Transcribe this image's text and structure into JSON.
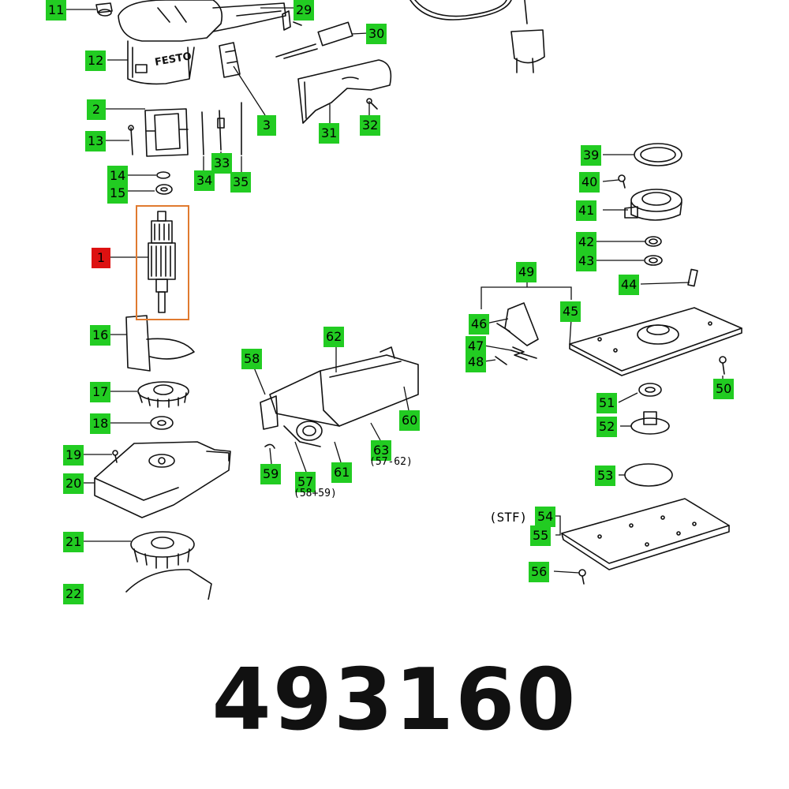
{
  "diagram": {
    "highlight_color": "#e07a2f",
    "callout_color": "#22cc22",
    "selected_callout_color": "#dd1111",
    "selected_part": "1",
    "brand_text": "FESTO",
    "stf_label": "(STF)",
    "callouts": [
      {
        "id": "11",
        "label": "11"
      },
      {
        "id": "29",
        "label": "29"
      },
      {
        "id": "30",
        "label": "30"
      },
      {
        "id": "12",
        "label": "12"
      },
      {
        "id": "3",
        "label": "3"
      },
      {
        "id": "31",
        "label": "31"
      },
      {
        "id": "32",
        "label": "32"
      },
      {
        "id": "2",
        "label": "2"
      },
      {
        "id": "13",
        "label": "13"
      },
      {
        "id": "34",
        "label": "34"
      },
      {
        "id": "33",
        "label": "33"
      },
      {
        "id": "35",
        "label": "35"
      },
      {
        "id": "14",
        "label": "14"
      },
      {
        "id": "15",
        "label": "15"
      },
      {
        "id": "1",
        "label": "1"
      },
      {
        "id": "16",
        "label": "16"
      },
      {
        "id": "17",
        "label": "17"
      },
      {
        "id": "18",
        "label": "18"
      },
      {
        "id": "19",
        "label": "19"
      },
      {
        "id": "20",
        "label": "20"
      },
      {
        "id": "21",
        "label": "21"
      },
      {
        "id": "22",
        "label": "22"
      },
      {
        "id": "39",
        "label": "39"
      },
      {
        "id": "40",
        "label": "40"
      },
      {
        "id": "41",
        "label": "41"
      },
      {
        "id": "42",
        "label": "42"
      },
      {
        "id": "43",
        "label": "43"
      },
      {
        "id": "44",
        "label": "44"
      },
      {
        "id": "49",
        "label": "49"
      },
      {
        "id": "45",
        "label": "45"
      },
      {
        "id": "46",
        "label": "46"
      },
      {
        "id": "47",
        "label": "47"
      },
      {
        "id": "48",
        "label": "48"
      },
      {
        "id": "50",
        "label": "50"
      },
      {
        "id": "62",
        "label": "62"
      },
      {
        "id": "58",
        "label": "58"
      },
      {
        "id": "60",
        "label": "60"
      },
      {
        "id": "63",
        "label": "63"
      },
      {
        "id": "59",
        "label": "59"
      },
      {
        "id": "57",
        "label": "57"
      },
      {
        "id": "61",
        "label": "61"
      },
      {
        "id": "51",
        "label": "51"
      },
      {
        "id": "52",
        "label": "52"
      },
      {
        "id": "53",
        "label": "53"
      },
      {
        "id": "54",
        "label": "54"
      },
      {
        "id": "55",
        "label": "55"
      },
      {
        "id": "56",
        "label": "56"
      }
    ],
    "notes": {
      "n63": "(57-62)",
      "n57": "(58+59)"
    }
  },
  "part_number": "493160"
}
